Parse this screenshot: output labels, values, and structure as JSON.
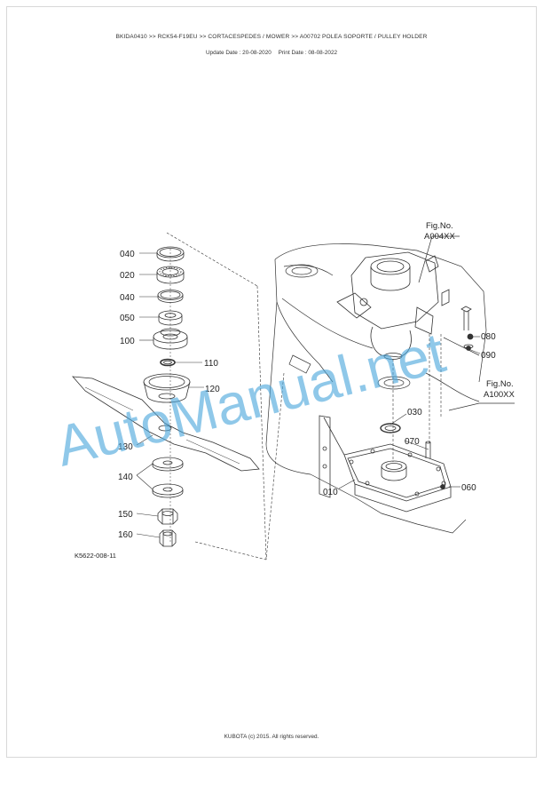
{
  "header": {
    "breadcrumb": "BKIDA0410 >> RCK54-F19EU >> CORTACESPEDES / MOWER >> A00702   POLEA SOPORTE / PULLEY HOLDER",
    "update_date": "Update Date : 20-08-2020",
    "print_date": "Print Date : 08-08-2022"
  },
  "diagram": {
    "figure_ref": "K5622-008-11",
    "fig_links": [
      {
        "prefix": "Fig.No.",
        "number": "A004XX"
      },
      {
        "prefix": "Fig.No.",
        "number": "A100XX"
      }
    ],
    "part_numbers": {
      "p040a": "040",
      "p020": "020",
      "p040b": "040",
      "p050": "050",
      "p100": "100",
      "p110": "110",
      "p120": "120",
      "p130": "130",
      "p140": "140",
      "p150": "150",
      "p160": "160",
      "p080": "080",
      "p090": "090",
      "p030": "030",
      "p070": "070",
      "p010": "010",
      "p060": "060"
    }
  },
  "watermark": "AutoManual.net",
  "footer": {
    "copyright": "KUBOTA (c) 2015. All rights reserved."
  }
}
